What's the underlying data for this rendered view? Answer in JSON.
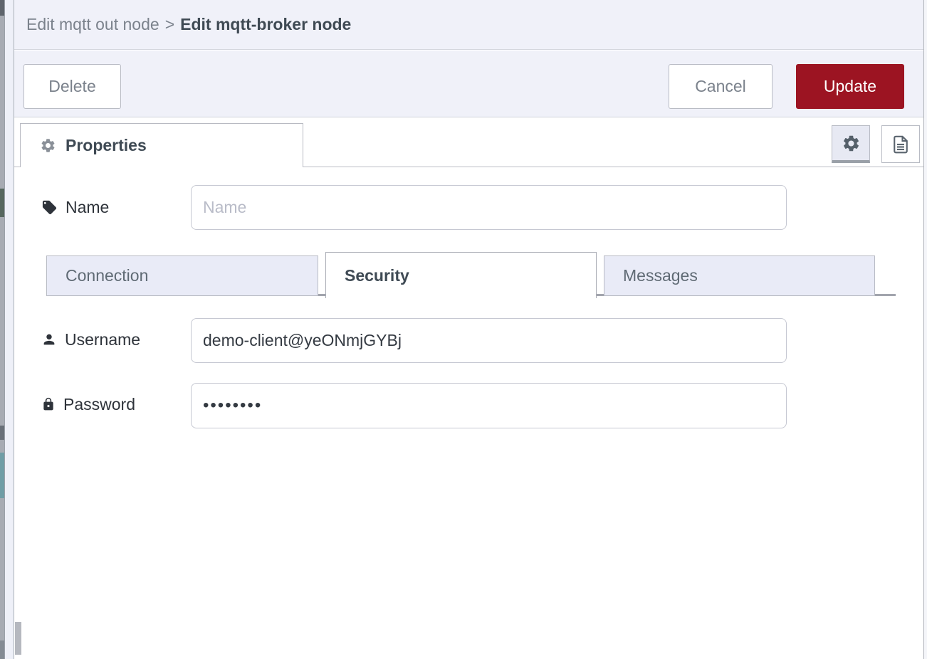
{
  "breadcrumb": {
    "parent": "Edit mqtt out node",
    "separator": ">",
    "current": "Edit mqtt-broker node"
  },
  "toolbar": {
    "delete_label": "Delete",
    "cancel_label": "Cancel",
    "update_label": "Update"
  },
  "properties_tab": {
    "label": "Properties"
  },
  "icons": {
    "properties": "gear-icon",
    "edit_config_button": "gear-icon",
    "description_button": "document-icon",
    "name_field": "tag-icon",
    "username_field": "user-icon",
    "password_field": "lock-icon"
  },
  "form": {
    "name": {
      "label": "Name",
      "placeholder": "Name",
      "value": ""
    },
    "tabs": [
      {
        "label": "Connection",
        "active": false
      },
      {
        "label": "Security",
        "active": true
      },
      {
        "label": "Messages",
        "active": false
      }
    ],
    "username": {
      "label": "Username",
      "value": "demo-client@yeONmjGYBj"
    },
    "password": {
      "label": "Password",
      "value": "••••••••"
    }
  },
  "colors": {
    "update_red": "#9c1422",
    "header_bg": "#f0f1f9",
    "tab_inactive_bg": "#e9ebf7",
    "border_gray": "#bbbdc6",
    "label_text": "#2e333a",
    "muted_text": "#7b828c"
  }
}
